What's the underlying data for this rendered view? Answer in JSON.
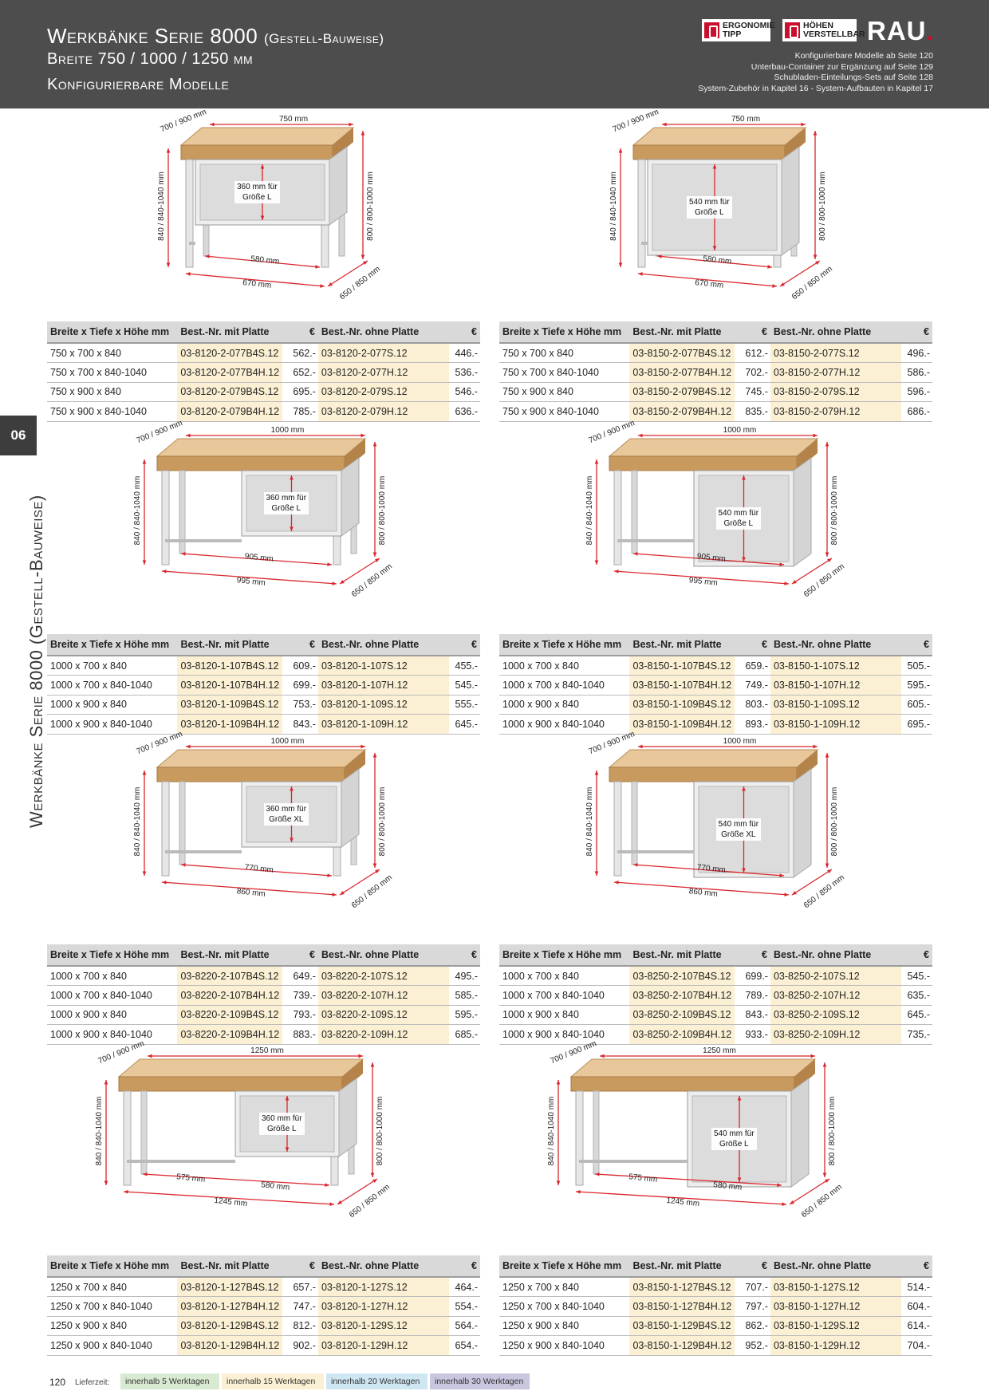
{
  "header": {
    "title": "Werkbänke Serie 8000",
    "title_suffix": "(Gestell-Bauweise)",
    "subtitle1": "Breite 750 / 1000 / 1250 mm",
    "subtitle2": "Konfigurierbare Modelle",
    "logo_ergonomie_line1": "ERGONOMIE",
    "logo_ergonomie_line2": "TIPP",
    "logo_hoehen_line1": "HÖHEN",
    "logo_hoehen_line2": "VERSTELLBAR",
    "brand": "RAU",
    "info": [
      "Konfigurierbare Modelle ab Seite 120",
      "Unterbau-Container zur Ergänzung auf Seite 129",
      "Schubladen-Einteilungs-Sets auf Seite 128",
      "System-Zubehör in Kapitel 16 -  System-Aufbauten in Kapitel 17"
    ]
  },
  "side": {
    "chapter": "06",
    "label": "Werkbänke Serie 8000 (Gestell-Bauweise)"
  },
  "table_headers": {
    "size": "Breite x Tiefe x Höhe mm",
    "with": "Best.-Nr. mit Platte",
    "eur": "€",
    "without": "Best.-Nr. ohne Platte"
  },
  "benches": [
    {
      "w": "750 mm",
      "d": "700 / 900 mm",
      "h": "840 / 840-1040 mm",
      "h2": "800 / 800-1000 mm",
      "inner": "580 mm",
      "outer": "670 mm",
      "depth2": "650 / 850 mm",
      "note1": "360 mm für",
      "note2": "Größe L",
      "rows": [
        {
          "size": "750 x 700 x 840",
          "code1": "03-8120-2-077B4S.12",
          "p1": "562.-",
          "code2": "03-8120-2-077S.12",
          "p2": "446.-"
        },
        {
          "size": "750 x 700 x 840-1040",
          "code1": "03-8120-2-077B4H.12",
          "p1": "652.-",
          "code2": "03-8120-2-077H.12",
          "p2": "536.-"
        },
        {
          "size": "750 x 900 x 840",
          "code1": "03-8120-2-079B4S.12",
          "p1": "695.-",
          "code2": "03-8120-2-079S.12",
          "p2": "546.-"
        },
        {
          "size": "750 x 900 x 840-1040",
          "code1": "03-8120-2-079B4H.12",
          "p1": "785.-",
          "code2": "03-8120-2-079H.12",
          "p2": "636.-"
        }
      ]
    },
    {
      "w": "750 mm",
      "d": "700 / 900 mm",
      "h": "840 / 840-1040 mm",
      "h2": "800 / 800-1000 mm",
      "inner": "580 mm",
      "outer": "670 mm",
      "depth2": "650 / 850 mm",
      "note1": "540 mm für",
      "note2": "Größe L",
      "rows": [
        {
          "size": "750 x 700 x 840",
          "code1": "03-8150-2-077B4S.12",
          "p1": "612.-",
          "code2": "03-8150-2-077S.12",
          "p2": "496.-"
        },
        {
          "size": "750 x 700 x 840-1040",
          "code1": "03-8150-2-077B4H.12",
          "p1": "702.-",
          "code2": "03-8150-2-077H.12",
          "p2": "586.-"
        },
        {
          "size": "750 x 900 x 840",
          "code1": "03-8150-2-079B4S.12",
          "p1": "745.-",
          "code2": "03-8150-2-079S.12",
          "p2": "596.-"
        },
        {
          "size": "750 x 900 x 840-1040",
          "code1": "03-8150-2-079B4H.12",
          "p1": "835.-",
          "code2": "03-8150-2-079H.12",
          "p2": "686.-"
        }
      ]
    },
    {
      "w": "1000 mm",
      "d": "700 / 900 mm",
      "h": "840 / 840-1040 mm",
      "h2": "800 / 800-1000 mm",
      "inner": "905 mm",
      "outer": "995 mm",
      "depth2": "650 / 850 mm",
      "note1": "360 mm für",
      "note2": "Größe L",
      "rows": [
        {
          "size": "1000 x 700 x 840",
          "code1": "03-8120-1-107B4S.12",
          "p1": "609.-",
          "code2": "03-8120-1-107S.12",
          "p2": "455.-"
        },
        {
          "size": "1000 x 700 x 840-1040",
          "code1": "03-8120-1-107B4H.12",
          "p1": "699.-",
          "code2": "03-8120-1-107H.12",
          "p2": "545.-"
        },
        {
          "size": "1000 x 900 x 840",
          "code1": "03-8120-1-109B4S.12",
          "p1": "753.-",
          "code2": "03-8120-1-109S.12",
          "p2": "555.-"
        },
        {
          "size": "1000 x 900 x 840-1040",
          "code1": "03-8120-1-109B4H.12",
          "p1": "843.-",
          "code2": "03-8120-1-109H.12",
          "p2": "645.-"
        }
      ]
    },
    {
      "w": "1000 mm",
      "d": "700 / 900 mm",
      "h": "840 / 840-1040 mm",
      "h2": "800 / 800-1000 mm",
      "inner": "905 mm",
      "outer": "995 mm",
      "depth2": "650 / 850 mm",
      "note1": "540 mm für",
      "note2": "Größe L",
      "rows": [
        {
          "size": "1000 x 700 x 840",
          "code1": "03-8150-1-107B4S.12",
          "p1": "659.-",
          "code2": "03-8150-1-107S.12",
          "p2": "505.-"
        },
        {
          "size": "1000 x 700 x 840-1040",
          "code1": "03-8150-1-107B4H.12",
          "p1": "749.-",
          "code2": "03-8150-1-107H.12",
          "p2": "595.-"
        },
        {
          "size": "1000 x 900 x 840",
          "code1": "03-8150-1-109B4S.12",
          "p1": "803.-",
          "code2": "03-8150-1-109S.12",
          "p2": "605.-"
        },
        {
          "size": "1000 x 900 x 840-1040",
          "code1": "03-8150-1-109B4H.12",
          "p1": "893.-",
          "code2": "03-8150-1-109H.12",
          "p2": "695.-"
        }
      ]
    },
    {
      "w": "1000 mm",
      "d": "700 / 900 mm",
      "h": "840 / 840-1040 mm",
      "h2": "800 / 800-1000 mm",
      "inner": "770 mm",
      "outer": "860 mm",
      "depth2": "650 / 850 mm",
      "note1": "360 mm für",
      "note2": "Größe XL",
      "rows": [
        {
          "size": "1000 x 700 x 840",
          "code1": "03-8220-2-107B4S.12",
          "p1": "649.-",
          "code2": "03-8220-2-107S.12",
          "p2": "495.-"
        },
        {
          "size": "1000 x 700 x 840-1040",
          "code1": "03-8220-2-107B4H.12",
          "p1": "739.-",
          "code2": "03-8220-2-107H.12",
          "p2": "585.-"
        },
        {
          "size": "1000 x 900 x 840",
          "code1": "03-8220-2-109B4S.12",
          "p1": "793.-",
          "code2": "03-8220-2-109S.12",
          "p2": "595.-"
        },
        {
          "size": "1000 x 900 x 840-1040",
          "code1": "03-8220-2-109B4H.12",
          "p1": "883.-",
          "code2": "03-8220-2-109H.12",
          "p2": "685.-"
        }
      ]
    },
    {
      "w": "1000 mm",
      "d": "700 / 900 mm",
      "h": "840 / 840-1040 mm",
      "h2": "800 / 800-1000 mm",
      "inner": "770 mm",
      "outer": "860 mm",
      "depth2": "650 / 850 mm",
      "note1": "540 mm für",
      "note2": "Größe XL",
      "rows": [
        {
          "size": "1000 x 700 x 840",
          "code1": "03-8250-2-107B4S.12",
          "p1": "699.-",
          "code2": "03-8250-2-107S.12",
          "p2": "545.-"
        },
        {
          "size": "1000 x 700 x 840-1040",
          "code1": "03-8250-2-107B4H.12",
          "p1": "789.-",
          "code2": "03-8250-2-107H.12",
          "p2": "635.-"
        },
        {
          "size": "1000 x 900 x 840",
          "code1": "03-8250-2-109B4S.12",
          "p1": "843.-",
          "code2": "03-8250-2-109S.12",
          "p2": "645.-"
        },
        {
          "size": "1000 x 900 x 840-1040",
          "code1": "03-8250-2-109B4H.12",
          "p1": "933.-",
          "code2": "03-8250-2-109H.12",
          "p2": "735.-"
        }
      ]
    },
    {
      "w": "1250 mm",
      "d": "700 / 900 mm",
      "h": "840 / 840-1040 mm",
      "h2": "800 / 800-1000 mm",
      "inner": "575 mm",
      "inner2": "580 mm",
      "outer": "1245 mm",
      "depth2": "650 / 850 mm",
      "note1": "360 mm für",
      "note2": "Größe L",
      "rows": [
        {
          "size": "1250 x 700 x 840",
          "code1": "03-8120-1-127B4S.12",
          "p1": "657.-",
          "code2": "03-8120-1-127S.12",
          "p2": "464.-"
        },
        {
          "size": "1250 x 700 x 840-1040",
          "code1": "03-8120-1-127B4H.12",
          "p1": "747.-",
          "code2": "03-8120-1-127H.12",
          "p2": "554.-"
        },
        {
          "size": "1250 x 900 x 840",
          "code1": "03-8120-1-129B4S.12",
          "p1": "812.-",
          "code2": "03-8120-1-129S.12",
          "p2": "564.-"
        },
        {
          "size": "1250 x 900 x 840-1040",
          "code1": "03-8120-1-129B4H.12",
          "p1": "902.-",
          "code2": "03-8120-1-129H.12",
          "p2": "654.-"
        }
      ]
    },
    {
      "w": "1250 mm",
      "d": "700 / 900 mm",
      "h": "840 / 840-1040 mm",
      "h2": "800 / 800-1000 mm",
      "inner": "575 mm",
      "inner2": "580 mm",
      "outer": "1245 mm",
      "depth2": "650 / 850 mm",
      "note1": "540 mm für",
      "note2": "Größe L",
      "rows": [
        {
          "size": "1250 x 700 x 840",
          "code1": "03-8150-1-127B4S.12",
          "p1": "707.-",
          "code2": "03-8150-1-127S.12",
          "p2": "514.-"
        },
        {
          "size": "1250 x 700 x 840-1040",
          "code1": "03-8150-1-127B4H.12",
          "p1": "797.-",
          "code2": "03-8150-1-127H.12",
          "p2": "604.-"
        },
        {
          "size": "1250 x 900 x 840",
          "code1": "03-8150-1-129B4S.12",
          "p1": "862.-",
          "code2": "03-8150-1-129S.12",
          "p2": "614.-"
        },
        {
          "size": "1250 x 900 x 840-1040",
          "code1": "03-8150-1-129B4H.12",
          "p1": "952.-",
          "code2": "03-8150-1-129H.12",
          "p2": "704.-"
        }
      ]
    }
  ],
  "footer": {
    "page": "120",
    "lieferzeit": "Lieferzeit:",
    "legend": [
      {
        "label": "innerhalb 5 Werktagen",
        "color": "#d9ead3"
      },
      {
        "label": "innerhalb 15 Werktagen",
        "color": "#fbf0d3"
      },
      {
        "label": "innerhalb 20 Werktagen",
        "color": "#cfe6f3"
      },
      {
        "label": "innerhalb 30 Werktagen",
        "color": "#c9c6df"
      }
    ]
  }
}
